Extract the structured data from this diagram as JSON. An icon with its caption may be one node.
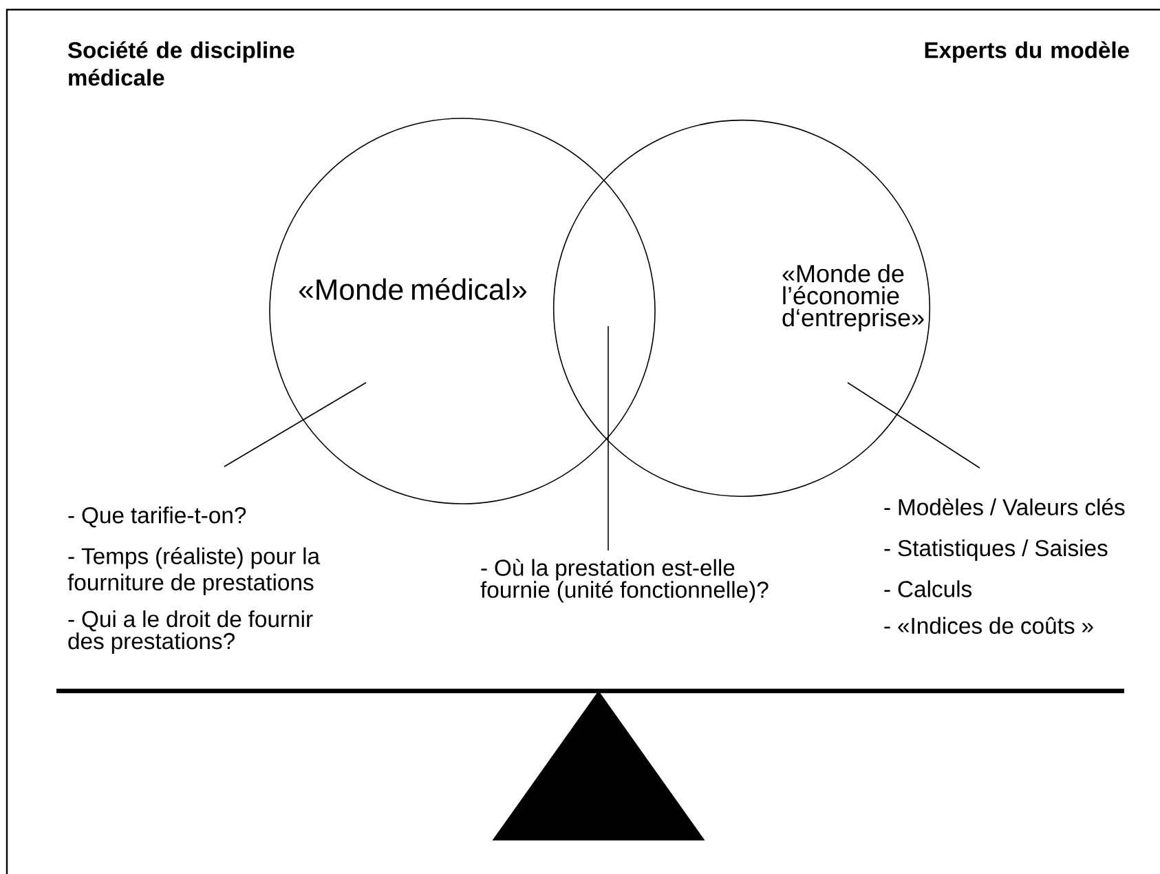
{
  "diagram": {
    "nodes": [
      {
        "text": [
          "«Monde médical»"
        ]
      },
      {
        "text": [
          "«Monde de l’économie d‘entreprise»"
        ]
      },
      {
        "text": [
          "- Que tarifie-t-on?",
          "- Temps (réaliste) pour la fourniture de prestations",
          "- Qui a le droit de fournir des prestations?"
        ]
      },
      {
        "text": [
          "- Où la prestation est-elle fournie (unité fonctionnelle)?"
        ]
      },
      {
        "text": [
          "- Modèles / Valeurs clés",
          "- Statistiques / Saisies",
          "- Calculs",
          "- «Indices de coûts »"
        ]
      }
    ],
    "edges": [
      {
        "from": 2,
        "to": 0,
        "arrow": "none"
      },
      {
        "from": 3,
        "to": 1,
        "arrow": "none"
      },
      {
        "from": 4,
        "to": 1,
        "arrow": "none"
      }
    ],
    "labels": [
      "Société de discipline médicale",
      "Experts du modèle"
    ]
  }
}
